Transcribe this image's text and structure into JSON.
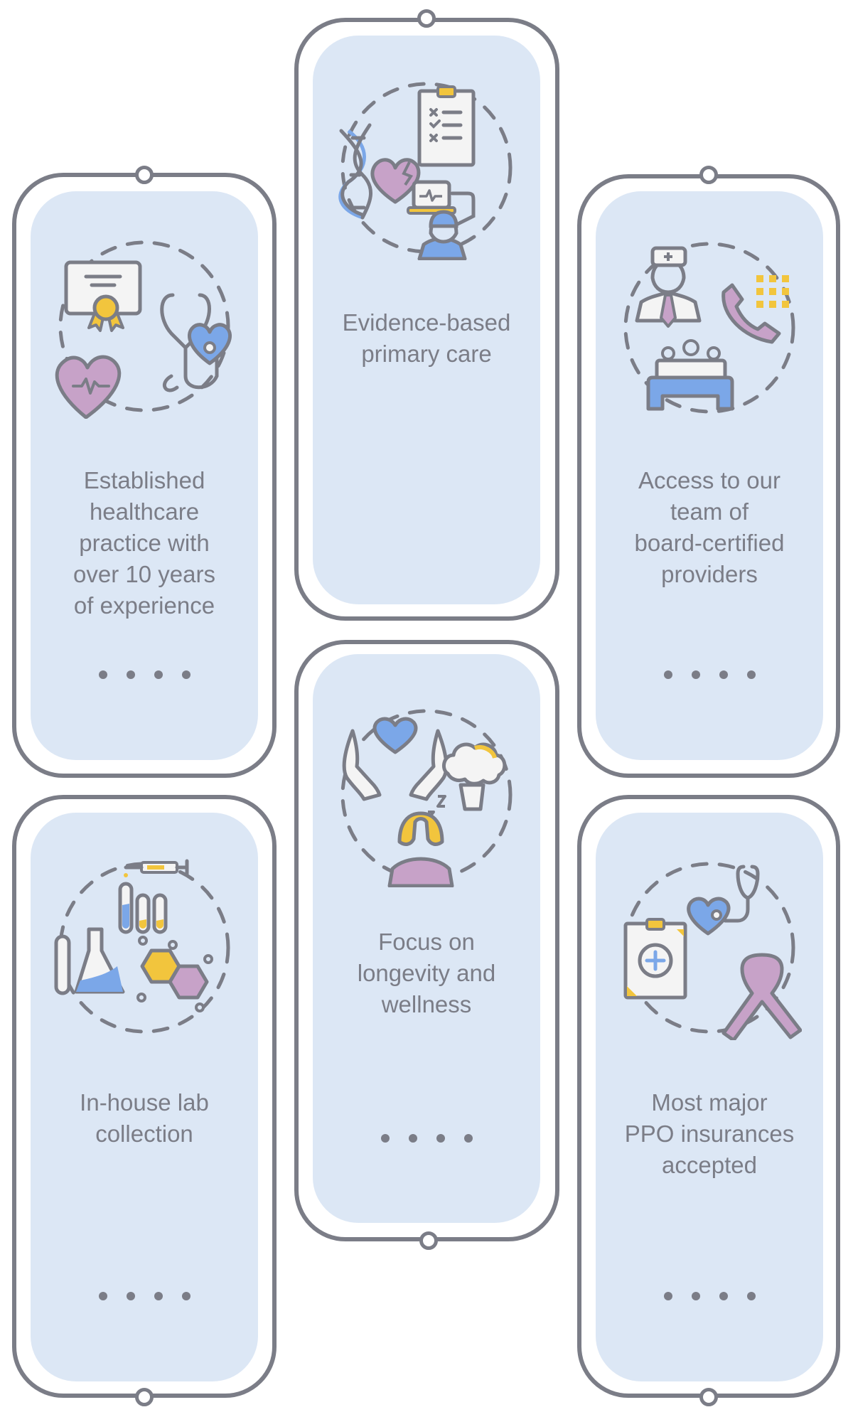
{
  "colors": {
    "stroke": "#7b7d87",
    "panel": "#dce7f5",
    "yellow": "#f2c53d",
    "blue": "#7ba7e8",
    "purple": "#c7a2c8",
    "light": "#f4f4f4",
    "text": "#7b7d87"
  },
  "cards": [
    {
      "id": "established-practice",
      "icon": "certificate-stethoscope-heart-icon",
      "lines": [
        "Established",
        "healthcare",
        "practice with",
        "over 10 years",
        "of experience"
      ],
      "has_dots": true,
      "dots": 4
    },
    {
      "id": "evidence-based-care",
      "icon": "dna-heart-checklist-doctor-icon",
      "lines": [
        "Evidence-based",
        "primary care"
      ],
      "has_dots": false
    },
    {
      "id": "board-certified-providers",
      "icon": "doctor-phone-team-icon",
      "lines": [
        "Access to our",
        "team of",
        "board-certified",
        "providers"
      ],
      "has_dots": true,
      "dots": 4
    },
    {
      "id": "in-house-lab",
      "icon": "lab-flask-tubes-molecule-icon",
      "lines": [
        "In-house lab",
        "collection"
      ],
      "has_dots": true,
      "dots": 4
    },
    {
      "id": "longevity-wellness",
      "icon": "hands-heart-broccoli-sleep-icon",
      "lines": [
        "Focus on",
        "longevity and",
        "wellness"
      ],
      "has_dots": true,
      "dots": 4
    },
    {
      "id": "ppo-insurance",
      "icon": "clipboard-heart-ribbon-icon",
      "lines": [
        "Most major",
        "PPO insurances",
        "accepted"
      ],
      "has_dots": true,
      "dots": 4
    }
  ]
}
